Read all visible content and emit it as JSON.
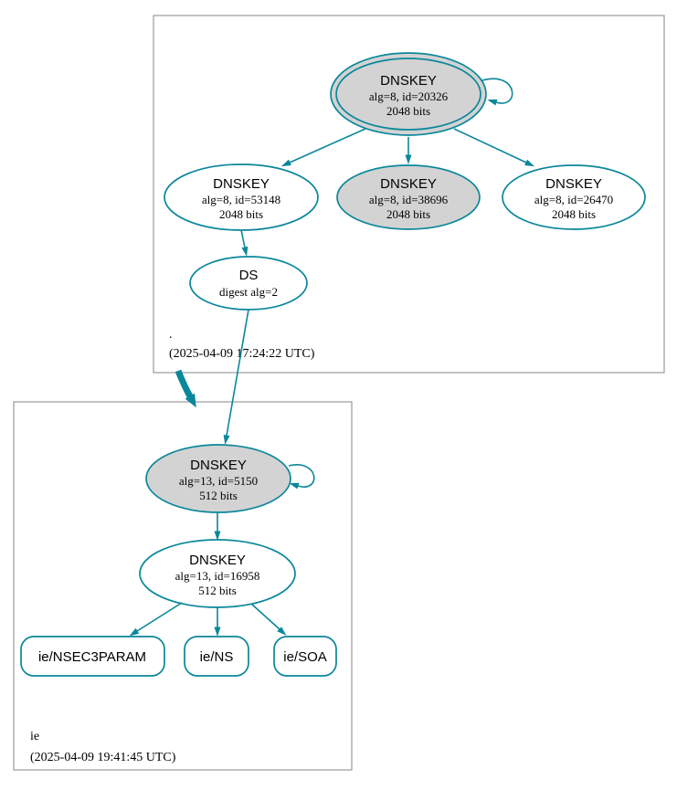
{
  "app": {
    "type": "dnssec-authentication-chain-graph"
  },
  "colors": {
    "edge_secure": "#0a879a",
    "node_fill_signing": "#d3d3d3",
    "node_fill_plain": "#ffffff",
    "zone_box_border": "#848484",
    "text": "#000000"
  },
  "zones": {
    "root": {
      "label": ".",
      "timestamp": "(2025-04-09 17:24:22 UTC)"
    },
    "ie": {
      "label": "ie",
      "timestamp": "(2025-04-09 19:41:45 UTC)"
    }
  },
  "nodes": {
    "dnskey_20326": {
      "title": "DNSKEY",
      "detail": "alg=8, id=20326",
      "bits": "2048 bits"
    },
    "dnskey_53148": {
      "title": "DNSKEY",
      "detail": "alg=8, id=53148",
      "bits": "2048 bits"
    },
    "dnskey_38696": {
      "title": "DNSKEY",
      "detail": "alg=8, id=38696",
      "bits": "2048 bits"
    },
    "dnskey_26470": {
      "title": "DNSKEY",
      "detail": "alg=8, id=26470",
      "bits": "2048 bits"
    },
    "ds_root_ie": {
      "title": "DS",
      "detail": "digest alg=2"
    },
    "dnskey_5150": {
      "title": "DNSKEY",
      "detail": "alg=13, id=5150",
      "bits": "512 bits"
    },
    "dnskey_16958": {
      "title": "DNSKEY",
      "detail": "alg=13, id=16958",
      "bits": "512 bits"
    },
    "rrset_nsec3param": {
      "label": "ie/NSEC3PARAM"
    },
    "rrset_ns": {
      "label": "ie/NS"
    },
    "rrset_soa": {
      "label": "ie/SOA"
    }
  }
}
